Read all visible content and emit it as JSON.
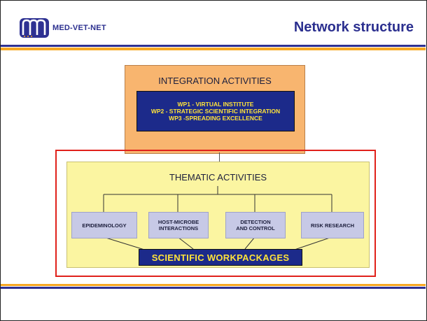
{
  "header": {
    "logo_text": "MED-VET-NET",
    "title": "Network structure"
  },
  "integration": {
    "title": "INTEGRATION ACTIVITIES",
    "workpackages": [
      "WP1 - VIRTUAL INSTITUTE",
      "WP2 - STRATEGIC SCIENTIFIC INTEGRATION",
      "WP3 -SPREADING EXCELLENCE"
    ]
  },
  "thematic": {
    "title": "THEMATIC ACTIVITIES",
    "activities": [
      {
        "line1": "EPIDEMINOLOGY",
        "line2": ""
      },
      {
        "line1": "HOST-MICROBE",
        "line2": "INTERACTIONS"
      },
      {
        "line1": "DETECTION",
        "line2": "AND CONTROL"
      },
      {
        "line1": "RISK RESEARCH",
        "line2": ""
      }
    ],
    "footer": "SCIENTIFIC WORKPACKAGES"
  },
  "colors": {
    "brand_blue": "#2e3192",
    "accent_orange": "#f7a823",
    "integration_fill": "#f8b56f",
    "thematic_fill": "#fbf5a1",
    "highlight_red": "#e0211b",
    "label_yellow": "#ffe33a"
  }
}
